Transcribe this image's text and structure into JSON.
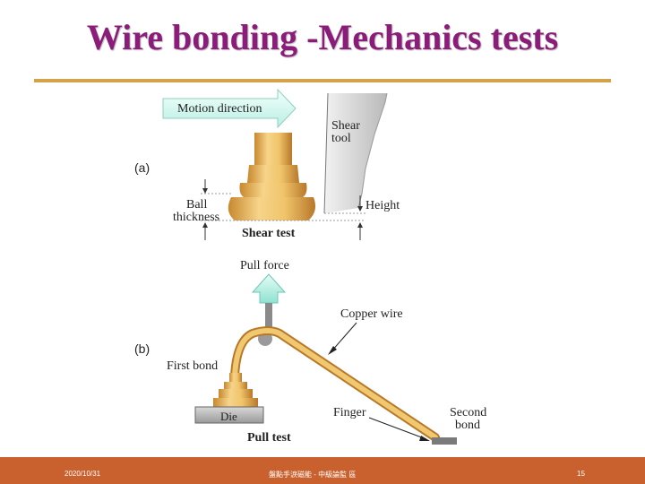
{
  "slide": {
    "title": "Wire bonding -Mechanics tests",
    "footer_date": "2020/10/31",
    "footer_center": "盤點手淚磁能 - 中級論監 區",
    "page_number": "15"
  },
  "figure": {
    "panel_a": {
      "label": "(a)",
      "motion_direction": "Motion direction",
      "shear_tool_line1": "Shear",
      "shear_tool_line2": "tool",
      "ball_line1": "Ball",
      "ball_line2": "thickness",
      "height": "Height",
      "caption": "Shear test"
    },
    "panel_b": {
      "label": "(b)",
      "pull_force": "Pull force",
      "copper_wire": "Copper wire",
      "first_bond": "First bond",
      "die": "Die",
      "finger": "Finger",
      "second_bond_line1": "Second",
      "second_bond_line2": "bond",
      "caption": "Pull test"
    }
  }
}
